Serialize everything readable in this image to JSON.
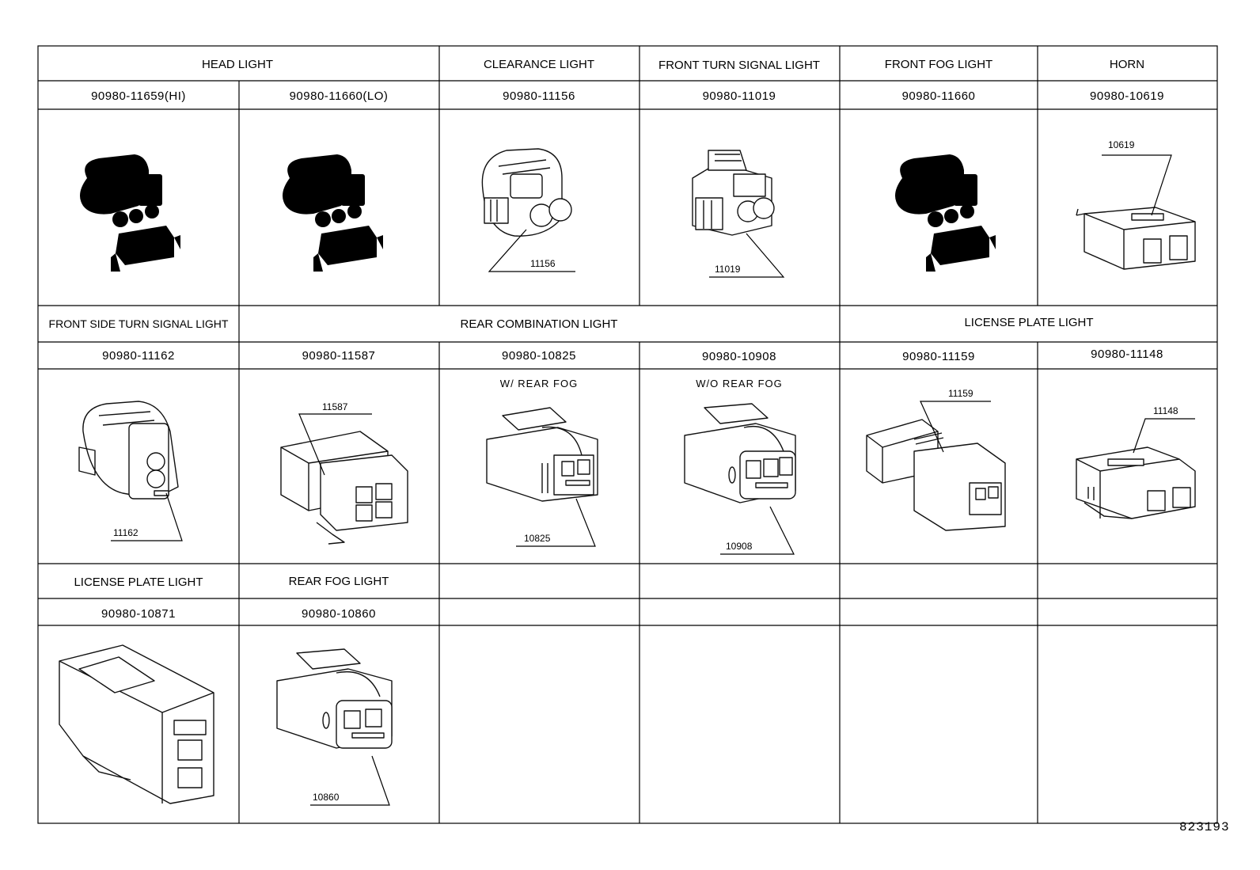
{
  "rows": [
    {
      "groups": [
        {
          "label": "HEAD LIGHT"
        },
        {
          "label": "CLEARANCE LIGHT"
        },
        {
          "label": "FRONT TURN SIGNAL LIGHT"
        },
        {
          "label": "FRONT FOG LIGHT"
        },
        {
          "label": "HORN"
        }
      ],
      "cells": [
        {
          "part": "90980-11659(HI)",
          "callout": ""
        },
        {
          "part": "90980-11660(LO)",
          "callout": ""
        },
        {
          "part": "90980-11156",
          "callout": "11156"
        },
        {
          "part": "90980-11019",
          "callout": "11019"
        },
        {
          "part": "90980-11660",
          "callout": ""
        },
        {
          "part": "90980-10619",
          "callout": "10619"
        }
      ]
    },
    {
      "groups": [
        {
          "label": "FRONT SIDE TURN SIGNAL LIGHT"
        },
        {
          "label": "REAR COMBINATION LIGHT"
        },
        {
          "label": "LICENSE PLATE LIGHT"
        }
      ],
      "cells": [
        {
          "part": "90980-11162",
          "callout": "11162"
        },
        {
          "part": "90980-11587",
          "callout": "11587"
        },
        {
          "part": "90980-10825",
          "callout": "10825",
          "note": "W/ REAR FOG"
        },
        {
          "part": "90980-10908",
          "callout": "10908",
          "note": "W/O REAR FOG"
        },
        {
          "part": "90980-11159",
          "callout": "11159"
        },
        {
          "part": "90980-11148",
          "callout": "11148"
        }
      ]
    },
    {
      "groups": [
        {
          "label": "LICENSE PLATE LIGHT"
        },
        {
          "label": "REAR FOG LIGHT"
        }
      ],
      "cells": [
        {
          "part": "90980-10871",
          "callout": ""
        },
        {
          "part": "90980-10860",
          "callout": "10860"
        }
      ]
    }
  ],
  "diagram_id": "823193"
}
